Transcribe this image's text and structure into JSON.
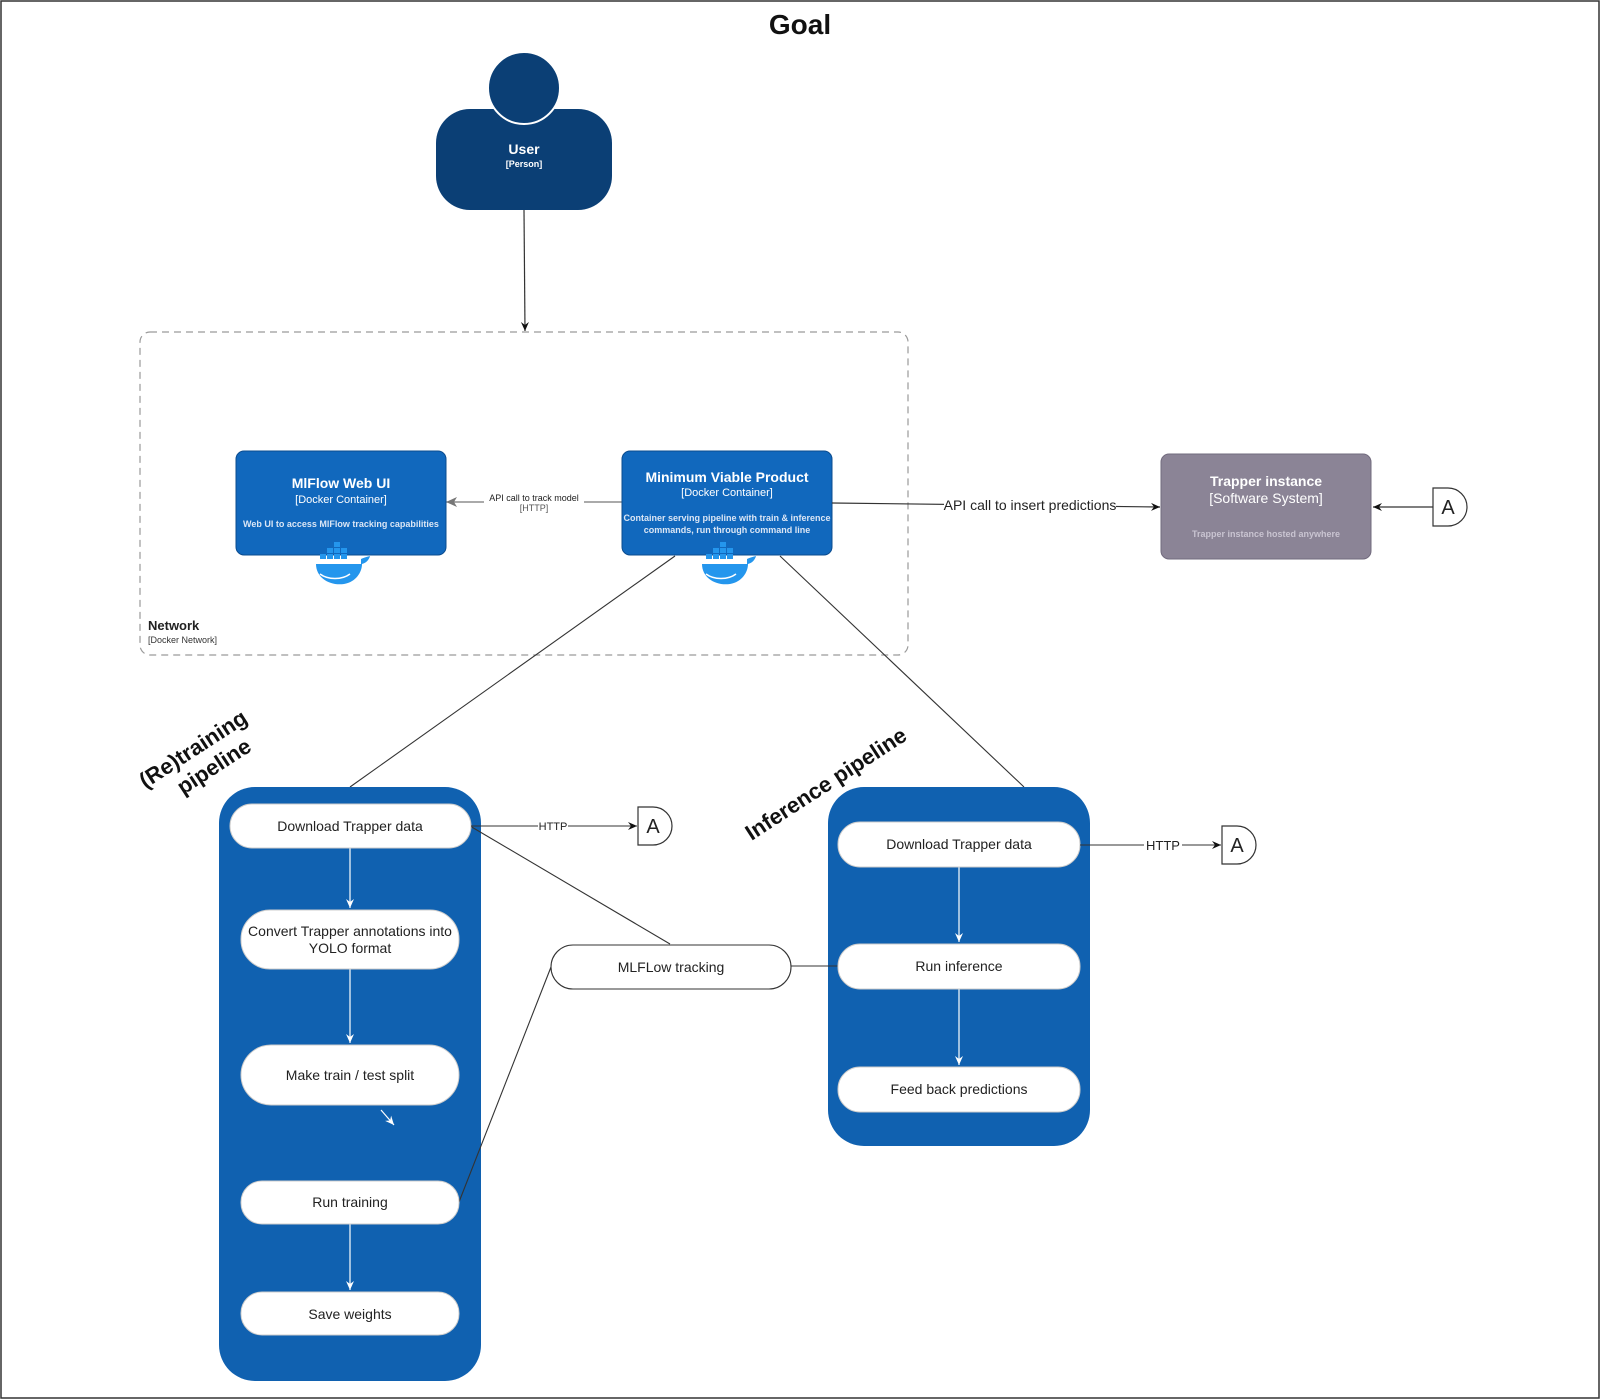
{
  "title": "Goal",
  "user": {
    "name": "User",
    "type": "[Person]"
  },
  "network": {
    "name": "Network",
    "type": "[Docker Network]"
  },
  "mlflow_ui": {
    "name": "MlFlow Web UI",
    "type": "[Docker Container]",
    "description": "Web UI to access MlFlow tracking capabilities"
  },
  "mvp": {
    "name": "Minimum Viable Product",
    "type": "[Docker Container]",
    "description_line1": "Container serving pipeline with train & inference",
    "description_line2": "commands, run through command line"
  },
  "trapper": {
    "name": "Trapper instance",
    "type": "[Software System]",
    "description": "Trapper instance hosted anywhere"
  },
  "edges": {
    "track_model": "API call to track model",
    "track_model_protocol": "[HTTP]",
    "insert_predictions": "API call to insert predictions",
    "http_train": "HTTP",
    "http_inference": "HTTP"
  },
  "connector_label": "A",
  "retraining": {
    "label_line1": "(Re)training",
    "label_line2": "pipeline",
    "steps": [
      {
        "line1": "Download Trapper data"
      },
      {
        "line1": "Convert Trapper annotations into",
        "line2": "YOLO format"
      },
      {
        "line1": "Make train / test split"
      },
      {
        "line1": "Run training"
      },
      {
        "line1": "Save weights"
      }
    ]
  },
  "inference": {
    "label": "Inference pipeline",
    "steps": [
      {
        "line1": "Download Trapper data"
      },
      {
        "line1": "Run inference"
      },
      {
        "line1": "Feed back predictions"
      }
    ]
  },
  "mlflow_tracking": "MLFLow tracking",
  "colors": {
    "person": "#0b3f75",
    "container": "#1168bd",
    "external": "#8b8496",
    "pipeline": "#1061b0"
  }
}
